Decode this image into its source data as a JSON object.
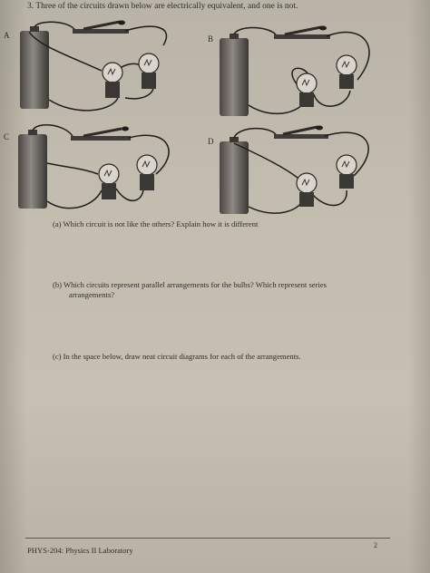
{
  "question": {
    "number_title": "3. Three of the circuits drawn below are electrically equivalent, and one is not."
  },
  "circuits": [
    {
      "label": "A"
    },
    {
      "label": "B"
    },
    {
      "label": "C"
    },
    {
      "label": "D"
    }
  ],
  "parts": {
    "a": "(a) Which circuit is not like the others? Explain how it is different",
    "b_line1": "(b) Which circuits represent parallel arrangements for the bulbs? Which represent series",
    "b_line2": "arrangements?",
    "c": "(c) In the space below, draw neat circuit diagrams for each of the arrangements."
  },
  "footer": {
    "course": "PHYS-204: Physics II Laboratory",
    "page_number": "2"
  }
}
